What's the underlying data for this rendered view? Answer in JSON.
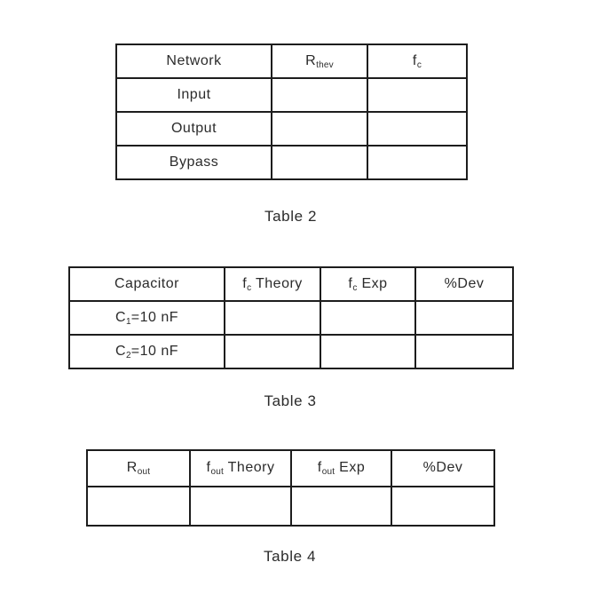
{
  "page": {
    "background": "#ffffff",
    "text_color": "#2b2b2b",
    "border_color": "#1d1d1d"
  },
  "table2": {
    "caption": "Table 2",
    "headers": [
      {
        "base": "Network",
        "sub": "",
        "rest": ""
      },
      {
        "base": "R",
        "sub": "thev",
        "rest": ""
      },
      {
        "base": "f",
        "sub": "c",
        "rest": ""
      }
    ],
    "rows": [
      {
        "label": {
          "base": "Input",
          "sub": "",
          "rest": ""
        },
        "cells": [
          "",
          ""
        ]
      },
      {
        "label": {
          "base": "Output",
          "sub": "",
          "rest": ""
        },
        "cells": [
          "",
          ""
        ]
      },
      {
        "label": {
          "base": "Bypass",
          "sub": "",
          "rest": ""
        },
        "cells": [
          "",
          ""
        ]
      }
    ]
  },
  "table3": {
    "caption": "Table 3",
    "headers": [
      {
        "base": "Capacitor",
        "sub": "",
        "rest": ""
      },
      {
        "base": "f",
        "sub": "c",
        "rest": " Theory"
      },
      {
        "base": "f",
        "sub": "c",
        "rest": " Exp"
      },
      {
        "base": "%Dev",
        "sub": "",
        "rest": ""
      }
    ],
    "rows": [
      {
        "label": {
          "base": "C",
          "sub": "1",
          "rest": "=10 nF"
        },
        "cells": [
          "",
          "",
          ""
        ]
      },
      {
        "label": {
          "base": "C",
          "sub": "2",
          "rest": "=10 nF"
        },
        "cells": [
          "",
          "",
          ""
        ]
      }
    ]
  },
  "table4": {
    "caption": "Table 4",
    "headers": [
      {
        "base": "R",
        "sub": "out",
        "rest": ""
      },
      {
        "base": "f",
        "sub": "out",
        "rest": " Theory"
      },
      {
        "base": "f",
        "sub": "out",
        "rest": " Exp"
      },
      {
        "base": "%Dev",
        "sub": "",
        "rest": ""
      }
    ],
    "rows": [
      {
        "label": {
          "base": "",
          "sub": "",
          "rest": ""
        },
        "cells": [
          "",
          "",
          ""
        ]
      }
    ]
  }
}
